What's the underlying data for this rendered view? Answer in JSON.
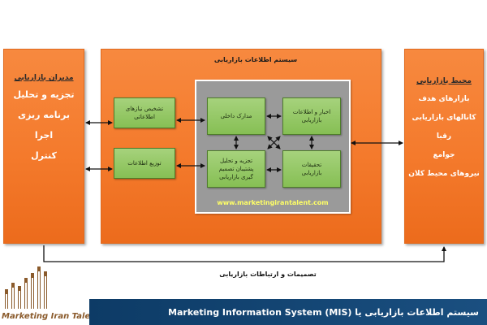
{
  "left_panel": {
    "title": "مدیران بازاریابی",
    "items": [
      "تجزیه و تحلیل",
      "برنامه ریزی",
      "اجرا",
      "کنترل"
    ]
  },
  "center_panel": {
    "title": "سیستم اطلاعات بازاریابی",
    "boxes": {
      "needs": "تشخیص نیازهای\nاطلاعاتی",
      "distribution": "توزیع اطلاعات",
      "internal": "مدارک داخلی",
      "intelligence": "اخبار و اطلاعات\nبازاریابی",
      "decision_support": "تجزیه و تحلیل\nپشتیبان تصمیم\nگیری بازاریابی",
      "research": "تحقیقات\nبازاریابی"
    },
    "url": "www.marketingirantalent.com"
  },
  "right_panel": {
    "title": "محیط بازاریابی",
    "items": [
      "بازارهای هدف",
      "کانالهای بازاریابی",
      "رقبا",
      "جوامع",
      "نیروهای محیط کلان"
    ]
  },
  "bottom": {
    "decisions_label": "تصمیمات و ارتباطات بازاریابی"
  },
  "banner": {
    "text": "Marketing Information System   (MIS) سیستم اطلاعات بازاریابی یا"
  },
  "logo": {
    "text": "Marketing Iran Talent"
  },
  "colors": {
    "orange": "#f47a2c",
    "green": "#8dc45d",
    "gray": "#9a9a9a",
    "banner_blue": "#0d3b66",
    "url_yellow": "#ffff66"
  }
}
